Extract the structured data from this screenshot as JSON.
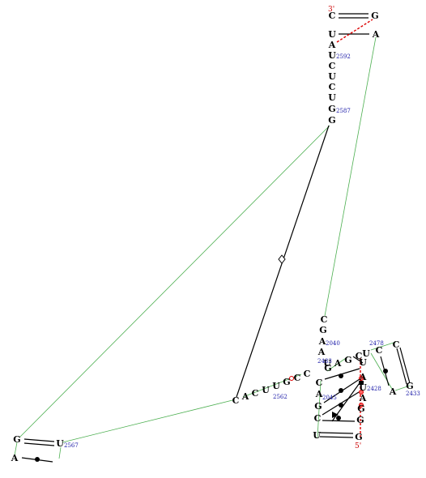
{
  "diagram": {
    "end_labels": {
      "three_prime": "3'",
      "five_prime": "5'"
    },
    "nucleotides": [
      {
        "id": "n1",
        "letter": "C"
      },
      {
        "id": "n2",
        "letter": "G"
      },
      {
        "id": "n3",
        "letter": "U"
      },
      {
        "id": "n4",
        "letter": "A"
      },
      {
        "id": "n5",
        "letter": "A"
      },
      {
        "id": "n6",
        "letter": "U"
      },
      {
        "id": "n7",
        "letter": "C"
      },
      {
        "id": "n8",
        "letter": "U"
      },
      {
        "id": "n9",
        "letter": "C"
      },
      {
        "id": "n10",
        "letter": "U"
      },
      {
        "id": "n11",
        "letter": "G"
      },
      {
        "id": "n12",
        "letter": "G"
      },
      {
        "id": "n13",
        "letter": "C"
      },
      {
        "id": "n14",
        "letter": "G"
      },
      {
        "id": "n15",
        "letter": "A"
      },
      {
        "id": "n16",
        "letter": "A"
      },
      {
        "id": "n17",
        "letter": "G"
      },
      {
        "id": "n18",
        "letter": "U"
      },
      {
        "id": "n19",
        "letter": "A"
      },
      {
        "id": "n20",
        "letter": "G"
      },
      {
        "id": "n21",
        "letter": "C"
      },
      {
        "id": "n22",
        "letter": "U"
      },
      {
        "id": "n23",
        "letter": "C"
      },
      {
        "id": "n24",
        "letter": "C"
      },
      {
        "id": "n25",
        "letter": "G"
      },
      {
        "id": "n26",
        "letter": "A"
      },
      {
        "id": "n27",
        "letter": "U"
      },
      {
        "id": "n28",
        "letter": "A"
      },
      {
        "id": "n29",
        "letter": "U"
      },
      {
        "id": "n30",
        "letter": "A"
      },
      {
        "id": "n31",
        "letter": "G"
      },
      {
        "id": "n32",
        "letter": "G"
      },
      {
        "id": "n33",
        "letter": "G"
      },
      {
        "id": "n34",
        "letter": "U"
      },
      {
        "id": "n35",
        "letter": "C"
      },
      {
        "id": "n36",
        "letter": "G"
      },
      {
        "id": "n37",
        "letter": "A"
      },
      {
        "id": "n38",
        "letter": "C"
      },
      {
        "id": "n39",
        "letter": "C"
      },
      {
        "id": "n40",
        "letter": "C"
      },
      {
        "id": "n41",
        "letter": "G"
      },
      {
        "id": "n42",
        "letter": "U"
      },
      {
        "id": "n43",
        "letter": "U"
      },
      {
        "id": "n44",
        "letter": "C"
      },
      {
        "id": "n45",
        "letter": "A"
      },
      {
        "id": "n46",
        "letter": "C"
      },
      {
        "id": "n47",
        "letter": "G"
      },
      {
        "id": "n48",
        "letter": "U"
      },
      {
        "id": "n49",
        "letter": "A"
      }
    ],
    "numbers": [
      {
        "id": "num1",
        "text": "2592"
      },
      {
        "id": "num2",
        "text": "2587"
      },
      {
        "id": "num3",
        "text": "2040"
      },
      {
        "id": "num4",
        "text": "2478"
      },
      {
        "id": "num5",
        "text": "2483"
      },
      {
        "id": "num6",
        "text": "2428"
      },
      {
        "id": "num7",
        "text": "2433"
      },
      {
        "id": "num8",
        "text": "2045"
      },
      {
        "id": "num9",
        "text": "2562"
      },
      {
        "id": "num10",
        "text": "2567"
      }
    ]
  }
}
